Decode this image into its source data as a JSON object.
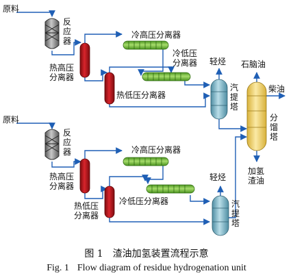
{
  "units": {
    "upper": {
      "feed": "原料",
      "reactor": "反\n应\n器",
      "hot_hp_sep": "热高压\n分离器",
      "cold_hp_sep": "冷高压分离器",
      "cold_lp_sep": "冷低压\n分离器",
      "hot_lp_sep": "热低压分离器",
      "light_hc": "轻烃",
      "stripper": "汽\n提\n塔"
    },
    "lower": {
      "feed": "原料",
      "reactor": "反\n应\n器",
      "hot_hp_sep": "热高压\n分离器",
      "cold_hp_sep": "冷高压分离器",
      "hot_lp_sep": "热低压\n分离器",
      "cold_lp_sep": "冷低压分离器",
      "light_hc": "轻烃",
      "stripper": "汽\n提\n塔"
    },
    "fractionator": {
      "label": "分\n馏\n塔",
      "naphtha": "石脑油",
      "diesel": "柴油",
      "hydro_residue": "加氢\n渣油"
    }
  },
  "caption": {
    "cn_fig": "图 1",
    "cn_title": "渣油加氢装置流程示意",
    "en_fig": "Fig. 1",
    "en_title": "Flow diagram of residue hydrogenation unit"
  },
  "colors": {
    "line": "#1f5fb5",
    "reactor": "#8a8a8a",
    "hot_sep": "#b3121a",
    "cold_sep": "#6ab52f",
    "stripper": "#7fb6c6",
    "fractionator": "#f1d36a"
  }
}
